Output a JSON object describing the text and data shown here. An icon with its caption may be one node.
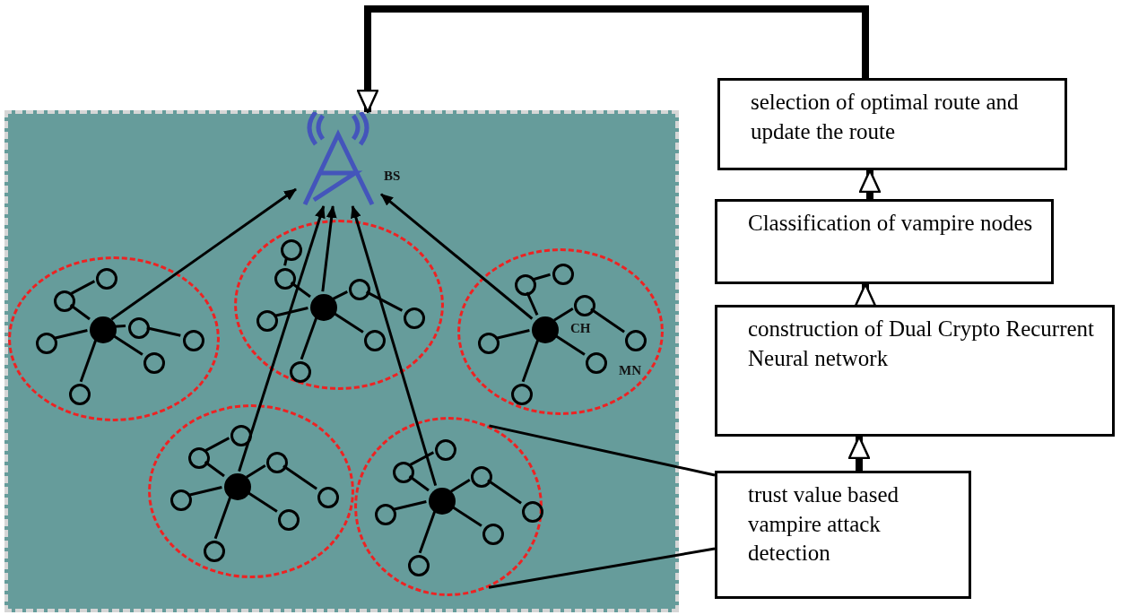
{
  "diagram": {
    "nodes": [
      {
        "text": [],
        "shape": "picture",
        "beside": [
          "BS"
        ]
      },
      {
        "text": [],
        "shape": "circle"
      },
      {
        "text": [],
        "shape": "circle"
      },
      {
        "text": [],
        "shape": "circle"
      },
      {
        "text": [],
        "shape": "circle"
      },
      {
        "text": [],
        "shape": "circle"
      },
      {
        "text": [],
        "shape": "circle",
        "in": 1
      },
      {
        "text": [],
        "shape": "circle",
        "in": 1
      },
      {
        "text": [],
        "shape": "circle",
        "in": 1
      },
      {
        "text": [],
        "shape": "circle",
        "in": 1
      },
      {
        "text": [],
        "shape": "circle",
        "in": 1
      },
      {
        "text": [],
        "shape": "circle",
        "in": 1
      },
      {
        "text": [],
        "shape": "circle",
        "in": 1
      },
      {
        "text": [],
        "shape": "circle",
        "in": 1
      },
      {
        "text": [],
        "shape": "circle",
        "in": 2
      },
      {
        "text": [],
        "shape": "circle",
        "in": 2
      },
      {
        "text": [],
        "shape": "circle",
        "in": 2
      },
      {
        "text": [],
        "shape": "circle",
        "in": 2
      },
      {
        "text": [],
        "shape": "circle",
        "in": 2
      },
      {
        "text": [],
        "shape": "circle",
        "in": 2
      },
      {
        "text": [],
        "shape": "circle",
        "in": 2
      },
      {
        "text": [],
        "shape": "circle",
        "in": 2
      },
      {
        "text": [],
        "shape": "circle",
        "in": 3,
        "beside": [
          "CH"
        ]
      },
      {
        "text": [],
        "shape": "circle",
        "in": 3
      },
      {
        "text": [],
        "shape": "circle",
        "in": 3
      },
      {
        "text": [],
        "shape": "circle",
        "in": 3
      },
      {
        "text": [],
        "shape": "circle",
        "in": 3
      },
      {
        "text": [],
        "shape": "circle",
        "in": 3
      },
      {
        "text": [],
        "shape": "circle",
        "in": 3,
        "beside": [
          "MN"
        ]
      },
      {
        "text": [],
        "shape": "circle",
        "in": 3
      },
      {
        "text": [],
        "shape": "circle",
        "in": 4
      },
      {
        "text": [],
        "shape": "circle",
        "in": 4
      },
      {
        "text": [],
        "shape": "circle",
        "in": 4
      },
      {
        "text": [],
        "shape": "circle",
        "in": 4
      },
      {
        "text": [],
        "shape": "circle",
        "in": 4
      },
      {
        "text": [],
        "shape": "circle",
        "in": 4
      },
      {
        "text": [],
        "shape": "circle",
        "in": 4
      },
      {
        "text": [],
        "shape": "circle",
        "in": 4
      },
      {
        "text": [],
        "shape": "circle",
        "in": 5
      },
      {
        "text": [],
        "shape": "circle",
        "in": 5
      },
      {
        "text": [],
        "shape": "circle",
        "in": 5
      },
      {
        "text": [],
        "shape": "circle",
        "in": 5
      },
      {
        "text": [],
        "shape": "circle",
        "in": 5
      },
      {
        "text": [],
        "shape": "circle",
        "in": 5
      },
      {
        "text": [],
        "shape": "circle",
        "in": 5
      },
      {
        "text": [],
        "shape": "circle",
        "in": 5
      },
      {
        "text": [
          "selection of optimal route and update the route"
        ]
      },
      {
        "text": [
          "Classification of vampire nodes"
        ]
      },
      {
        "text": [
          "construction of Dual Crypto Recurrent Neural network"
        ]
      },
      {
        "text": [
          "trust value based vampire attack detection"
        ]
      }
    ],
    "edges": [
      {
        "from": 6,
        "to": 7,
        "arrow": "none"
      },
      {
        "from": 7,
        "to": 8,
        "arrow": "none"
      },
      {
        "from": 6,
        "to": 9,
        "arrow": "none"
      },
      {
        "from": 6,
        "to": 10,
        "arrow": "none"
      },
      {
        "from": 6,
        "to": 11,
        "arrow": "none"
      },
      {
        "from": 11,
        "to": 12,
        "arrow": "none"
      },
      {
        "from": 6,
        "to": 13,
        "arrow": "none"
      },
      {
        "from": 14,
        "to": 15,
        "arrow": "none"
      },
      {
        "from": 15,
        "to": 16,
        "arrow": "none"
      },
      {
        "from": 14,
        "to": 17,
        "arrow": "none"
      },
      {
        "from": 14,
        "to": 18,
        "arrow": "none"
      },
      {
        "from": 14,
        "to": 19,
        "arrow": "none"
      },
      {
        "from": 19,
        "to": 20,
        "arrow": "none"
      },
      {
        "from": 14,
        "to": 21,
        "arrow": "none"
      },
      {
        "from": 22,
        "to": 23,
        "arrow": "none"
      },
      {
        "from": 23,
        "to": 24,
        "arrow": "none"
      },
      {
        "from": 22,
        "to": 25,
        "arrow": "none"
      },
      {
        "from": 22,
        "to": 26,
        "arrow": "none"
      },
      {
        "from": 22,
        "to": 27,
        "arrow": "none"
      },
      {
        "from": 27,
        "to": 28,
        "arrow": "none"
      },
      {
        "from": 22,
        "to": 29,
        "arrow": "none"
      },
      {
        "from": 30,
        "to": 31,
        "arrow": "none"
      },
      {
        "from": 31,
        "to": 32,
        "arrow": "none"
      },
      {
        "from": 30,
        "to": 33,
        "arrow": "none"
      },
      {
        "from": 30,
        "to": 34,
        "arrow": "none"
      },
      {
        "from": 30,
        "to": 35,
        "arrow": "none"
      },
      {
        "from": 35,
        "to": 36,
        "arrow": "none"
      },
      {
        "from": 30,
        "to": 37,
        "arrow": "none"
      },
      {
        "from": 38,
        "to": 39,
        "arrow": "none"
      },
      {
        "from": 39,
        "to": 40,
        "arrow": "none"
      },
      {
        "from": 38,
        "to": 41,
        "arrow": "none"
      },
      {
        "from": 38,
        "to": 42,
        "arrow": "none"
      },
      {
        "from": 38,
        "to": 43,
        "arrow": "none"
      },
      {
        "from": 43,
        "to": 44,
        "arrow": "none"
      },
      {
        "from": 38,
        "to": 45,
        "arrow": "none"
      },
      {
        "from": 6,
        "to": 0,
        "arrow": "to"
      },
      {
        "from": 14,
        "to": 0,
        "arrow": "to"
      },
      {
        "from": 22,
        "to": 0,
        "arrow": "to"
      },
      {
        "from": 30,
        "to": 0,
        "arrow": "to"
      },
      {
        "from": 38,
        "to": 0,
        "arrow": "to"
      },
      {
        "from": 49,
        "to": 48,
        "arrow": "to",
        "style": "thick"
      },
      {
        "from": 48,
        "to": 47,
        "arrow": "to",
        "style": "thick"
      },
      {
        "from": 47,
        "to": 46,
        "arrow": "to",
        "style": "thick"
      },
      {
        "from": 46,
        "to": 0,
        "arrow": "to",
        "style": "thick"
      },
      {
        "from": 49,
        "to": 5,
        "arrow": "none"
      },
      {
        "from": 49,
        "to": 5,
        "arrow": "none"
      }
    ]
  }
}
